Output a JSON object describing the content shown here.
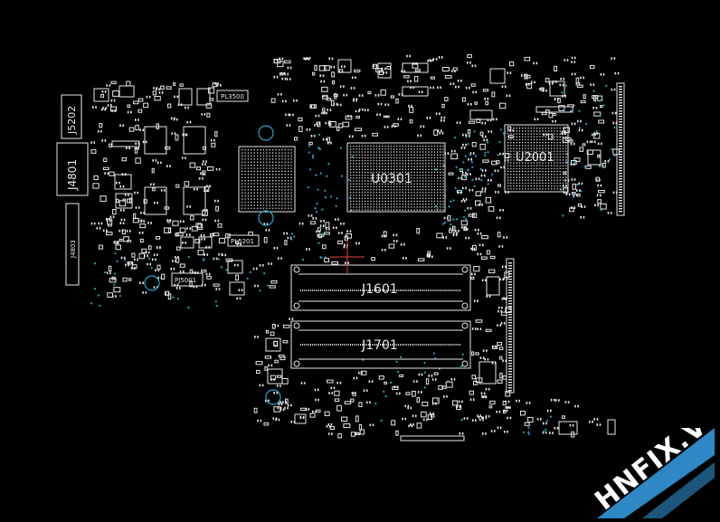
{
  "title": "",
  "labels": {
    "u0301": "U0301",
    "u2001": "U2001",
    "j1601": "J1601",
    "j1701": "J1701",
    "j4801": "J4801",
    "j5202": "J5202",
    "pl3500": "PL3500",
    "pl5201": "PL5201",
    "pj5001": "PJ5001",
    "j4803": "J4803"
  },
  "watermark": {
    "text": "HNFIX.VN"
  },
  "colors": {
    "background": "#000000",
    "silkscreen": "#e8e8e8",
    "via": "#2aa6c9",
    "accent": "#e0433a"
  }
}
